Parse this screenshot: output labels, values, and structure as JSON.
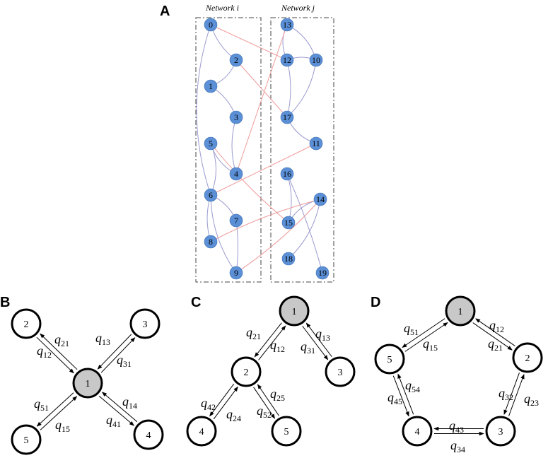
{
  "panels": {
    "A": "A",
    "B": "B",
    "C": "C",
    "D": "D"
  },
  "network_i_label": "Network  i",
  "network_j_label": "Network  j",
  "colors": {
    "node_blue": "#5b8fd6",
    "intra_edge": "#9a9ad0",
    "inter_edge": "#ef9a9a",
    "gray_node": "#c8c8c8"
  },
  "panel_a": {
    "network_i_nodes": [
      "0",
      "1",
      "2",
      "3",
      "4",
      "5",
      "6",
      "7",
      "8",
      "9"
    ],
    "network_j_nodes": [
      "10",
      "11",
      "12",
      "13",
      "14",
      "15",
      "16",
      "17",
      "18",
      "19"
    ]
  },
  "panel_b": {
    "nodes": [
      "1",
      "2",
      "3",
      "4",
      "5"
    ],
    "rates": [
      {
        "base": "q",
        "sub": "21"
      },
      {
        "base": "q",
        "sub": "12"
      },
      {
        "base": "q",
        "sub": "13"
      },
      {
        "base": "q",
        "sub": "31"
      },
      {
        "base": "q",
        "sub": "51"
      },
      {
        "base": "q",
        "sub": "15"
      },
      {
        "base": "q",
        "sub": "14"
      },
      {
        "base": "q",
        "sub": "41"
      }
    ]
  },
  "panel_c": {
    "nodes": [
      "1",
      "2",
      "3",
      "4",
      "5"
    ],
    "rates": [
      {
        "base": "q",
        "sub": "21"
      },
      {
        "base": "q",
        "sub": "12"
      },
      {
        "base": "q",
        "sub": "13"
      },
      {
        "base": "q",
        "sub": "31"
      },
      {
        "base": "q",
        "sub": "42"
      },
      {
        "base": "q",
        "sub": "24"
      },
      {
        "base": "q",
        "sub": "25"
      },
      {
        "base": "q",
        "sub": "52"
      }
    ]
  },
  "panel_d": {
    "nodes": [
      "1",
      "2",
      "3",
      "4",
      "5"
    ],
    "rates": [
      {
        "base": "q",
        "sub": "51"
      },
      {
        "base": "q",
        "sub": "15"
      },
      {
        "base": "q",
        "sub": "12"
      },
      {
        "base": "q",
        "sub": "21"
      },
      {
        "base": "q",
        "sub": "54"
      },
      {
        "base": "q",
        "sub": "45"
      },
      {
        "base": "q",
        "sub": "32"
      },
      {
        "base": "q",
        "sub": "23"
      },
      {
        "base": "q",
        "sub": "43"
      },
      {
        "base": "q",
        "sub": "34"
      }
    ]
  }
}
